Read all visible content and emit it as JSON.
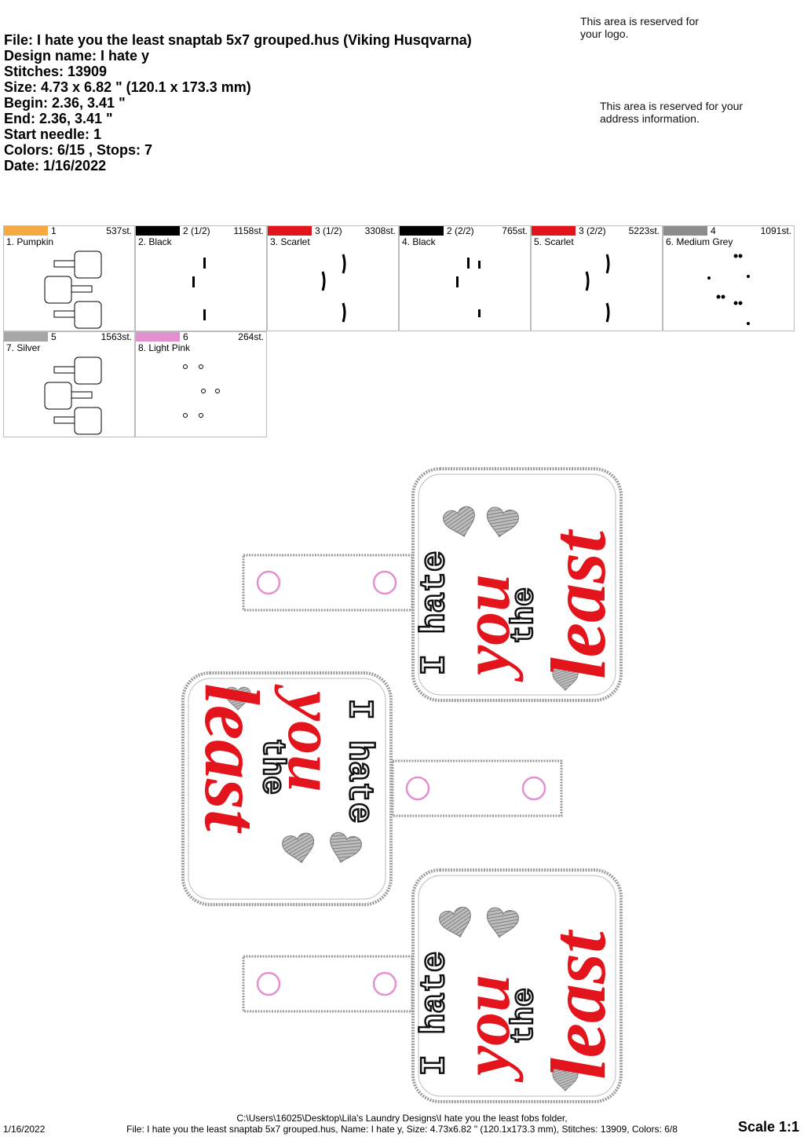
{
  "header": {
    "file": "File: I hate you the least snaptab 5x7 grouped.hus  (Viking Husqvarna)",
    "design_name": "Design name: I hate y",
    "stitches": "Stitches: 13909",
    "size": "Size: 4.73 x 6.82 \" (120.1 x 173.3 mm)",
    "begin": "Begin: 2.36, 3.41 \"",
    "end": "End: 2.36, 3.41 \"",
    "start_needle": "Start needle: 1",
    "colors": "Colors: 6/15 , Stops: 7",
    "date": "Date: 1/16/2022"
  },
  "notes": {
    "logo": "This area is reserved for your logo.",
    "address": "This area is reserved for your address information."
  },
  "color_stops": [
    {
      "num": "1",
      "name": "1. Pumpkin",
      "stitches": "537st.",
      "color": "#F5A940"
    },
    {
      "num": "2 (1/2)",
      "name": "2. Black",
      "stitches": "1158st.",
      "color": "#000000"
    },
    {
      "num": "3 (1/2)",
      "name": "3. Scarlet",
      "stitches": "3308st.",
      "color": "#E3141C"
    },
    {
      "num": "2 (2/2)",
      "name": "4. Black",
      "stitches": "765st.",
      "color": "#000000"
    },
    {
      "num": "3 (2/2)",
      "name": "5. Scarlet",
      "stitches": "5223st.",
      "color": "#E3141C"
    },
    {
      "num": "4",
      "name": "6. Medium Grey",
      "stitches": "1091st.",
      "color": "#8C8C8C"
    },
    {
      "num": "5",
      "name": "7. Silver",
      "stitches": "1563st.",
      "color": "#A6A6A6"
    },
    {
      "num": "6",
      "name": "8. Light Pink",
      "stitches": "264st.",
      "color": "#E38FD0"
    }
  ],
  "design_text": {
    "line1": "I hate",
    "line2": "you",
    "line3": "the",
    "line4": "least"
  },
  "footer": {
    "date": "1/16/2022",
    "path": "C:\\Users\\16025\\Desktop\\Lila's Laundry Designs\\I hate you the least fobs folder,",
    "file": "File: I hate you the least snaptab 5x7 grouped.hus, Name: I hate y, Size: 4.73x6.82 \" (120.1x173.3 mm), Stitches: 13909, Colors: 6/8",
    "scale": "Scale 1:1"
  }
}
